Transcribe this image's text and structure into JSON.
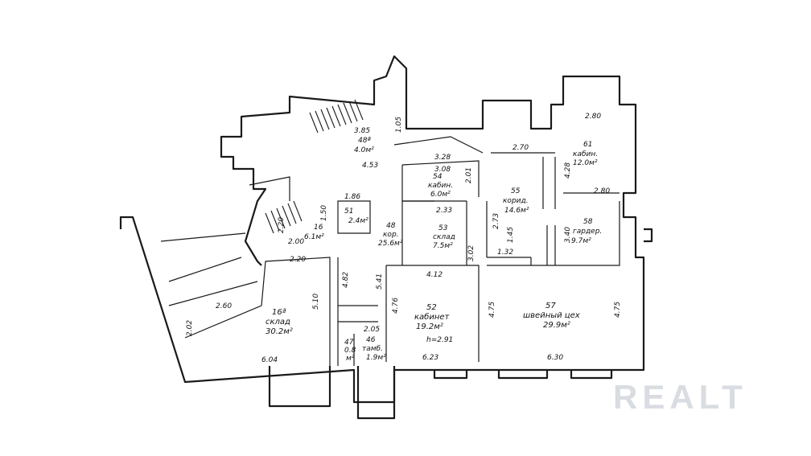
{
  "rooms": [
    {
      "id": "16a",
      "number": "16ª",
      "name": "склад",
      "area": "30.2м²"
    },
    {
      "id": "16",
      "number": "16",
      "name": "",
      "area": "6.1м²"
    },
    {
      "id": "48a",
      "number": "3.85",
      "name": "48ª",
      "area": "4.0м²"
    },
    {
      "id": "48",
      "number": "48",
      "name": "кор.",
      "area": "25.6м²"
    },
    {
      "id": "51",
      "number": "51",
      "name": "",
      "area": "2.4м²"
    },
    {
      "id": "54",
      "number": "54",
      "name": "кабин.",
      "area": "6.0м²"
    },
    {
      "id": "53",
      "number": "53",
      "name": "склад",
      "area": "7.5м²"
    },
    {
      "id": "55",
      "number": "55",
      "name": "корид.",
      "area": "14.6м²"
    },
    {
      "id": "61",
      "number": "61",
      "name": "кабин.",
      "area": "12.0м²"
    },
    {
      "id": "58",
      "number": "58",
      "name": "гардер.",
      "area": "9.7м²"
    },
    {
      "id": "52",
      "number": "52",
      "name": "кабинет",
      "area": "19.2м²"
    },
    {
      "id": "57",
      "number": "57",
      "name": "швейный цех",
      "area": "29.9м²"
    },
    {
      "id": "47",
      "number": "47",
      "name": "0.8",
      "area": "м²"
    },
    {
      "id": "46",
      "number": "46",
      "name": "тамб.",
      "area": "1.9м²"
    }
  ],
  "dimensions": [
    "2.20",
    "5.10",
    "2.60",
    "2.02",
    "6.04",
    "2.20",
    "2.00",
    "1.86",
    "4.53",
    "1.05",
    "1.50",
    "3.28",
    "3.08",
    "2.01",
    "2.33",
    "4.12",
    "3.02",
    "2.73",
    "1.45",
    "1.32",
    "2.70",
    "2.80",
    "4.28",
    "2.80",
    "3.40",
    "4.75",
    "4.75",
    "6.30",
    "6.23",
    "4.76",
    "5.41",
    "4.82",
    "2.05"
  ],
  "ceiling_height": "h=2.91",
  "watermark": "REALT"
}
